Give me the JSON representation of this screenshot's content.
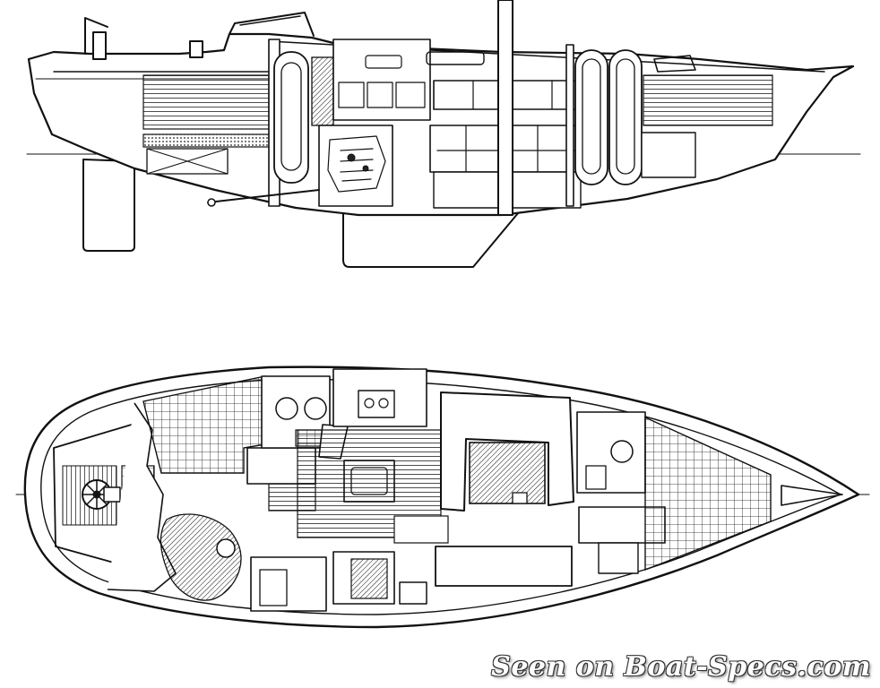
{
  "views": [
    {
      "name": "Profile"
    },
    {
      "name": "Deck plan"
    }
  ],
  "watermark": {
    "text": "Seen on Boat-Specs.com"
  }
}
